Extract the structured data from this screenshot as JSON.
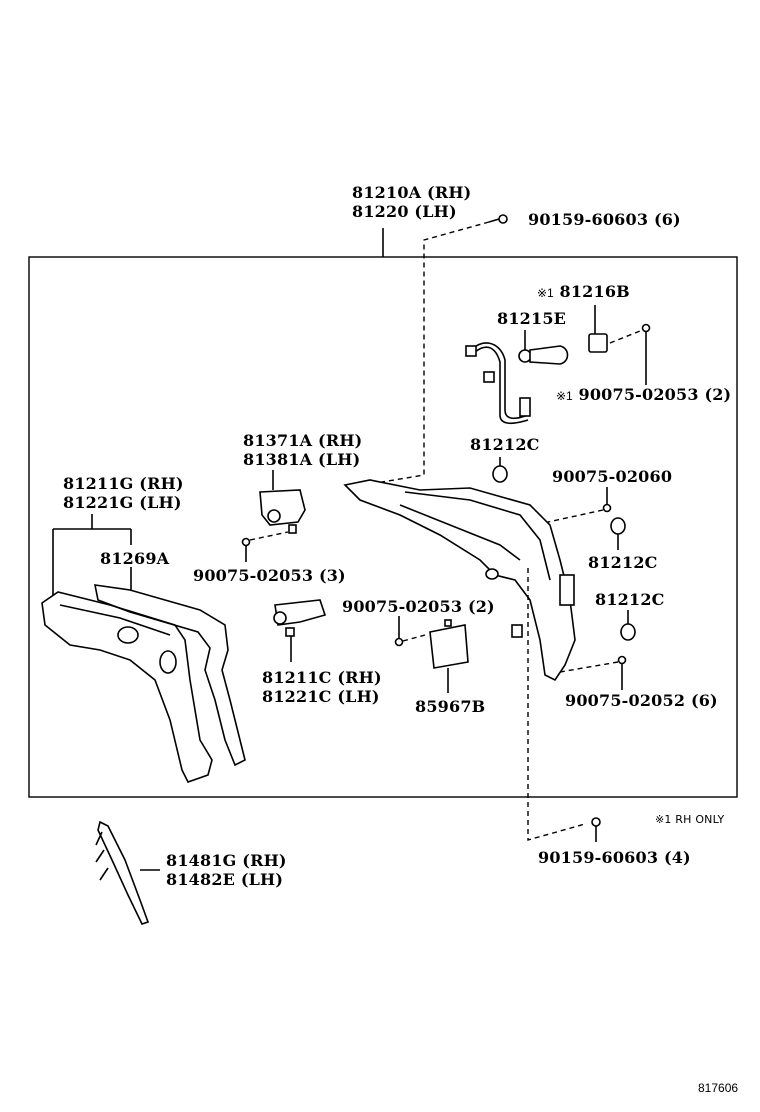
{
  "diagram": {
    "figure_number": "817606",
    "footnote": "※1 RH ONLY",
    "callouts": [
      {
        "id": "assy",
        "lines": [
          "81210A (RH)",
          "81220 (LH)"
        ]
      },
      {
        "id": "bolt-top",
        "lines": [
          "90159-60603 (6)"
        ]
      },
      {
        "id": "81216b",
        "marker": "※1",
        "lines": [
          "81216B"
        ]
      },
      {
        "id": "81215e",
        "lines": [
          "81215E"
        ]
      },
      {
        "id": "screw-rh",
        "marker": "※1",
        "lines": [
          "90075-02053 (2)"
        ]
      },
      {
        "id": "81212c-top",
        "lines": [
          "81212C"
        ]
      },
      {
        "id": "screw-02060",
        "lines": [
          "90075-02060"
        ]
      },
      {
        "id": "81212c-mid",
        "lines": [
          "81212C"
        ]
      },
      {
        "id": "81212c-low",
        "lines": [
          "81212C"
        ]
      },
      {
        "id": "screw-02052",
        "lines": [
          "90075-02052 (6)"
        ]
      },
      {
        "id": "81371a",
        "lines": [
          "81371A (RH)",
          "81381A (LH)"
        ]
      },
      {
        "id": "screw-3",
        "lines": [
          "90075-02053 (3)"
        ]
      },
      {
        "id": "81211g",
        "lines": [
          "81211G (RH)",
          "81221G (LH)"
        ]
      },
      {
        "id": "81269a",
        "lines": [
          "81269A"
        ]
      },
      {
        "id": "81211c",
        "lines": [
          "81211C (RH)",
          "81221C (LH)"
        ]
      },
      {
        "id": "screw-2",
        "lines": [
          "90075-02053 (2)"
        ]
      },
      {
        "id": "85967b",
        "lines": [
          "85967B"
        ]
      },
      {
        "id": "bolt-bottom",
        "lines": [
          "90159-60603 (4)"
        ]
      },
      {
        "id": "81481g",
        "lines": [
          "81481G (RH)",
          "81482E (LH)"
        ]
      }
    ]
  }
}
